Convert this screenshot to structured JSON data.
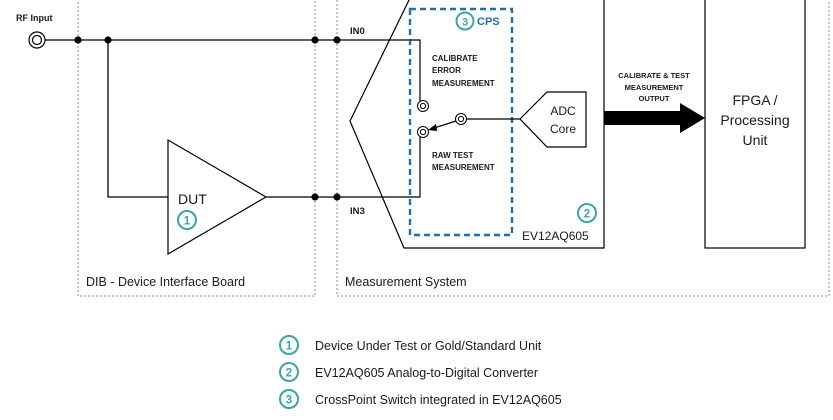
{
  "colors": {
    "line": "#000000",
    "dashed_border": "#8a8a8a",
    "accent_teal": "#3aa6a6",
    "cps_blue": "#1f6fa8",
    "text": "#1a1a1a"
  },
  "labels": {
    "rf_input": "RF Input",
    "in0": "IN0",
    "in3": "IN3",
    "dut": "DUT",
    "dib": "DIB - Device Interface Board",
    "measurement_system": "Measurement System",
    "cps": "CPS",
    "calibrate_line1": "CALIBRATE",
    "calibrate_line2": "ERROR",
    "calibrate_line3": "MEASUREMENT",
    "raw_line1": "RAW TEST",
    "raw_line2": "MEASUREMENT",
    "adc_line1": "ADC",
    "adc_line2": "Core",
    "ev12": "EV12AQ605",
    "output_line1": "CALIBRATE & TEST",
    "output_line2": "MEASUREMENT",
    "output_line3": "OUTPUT",
    "fpga_line1": "FPGA /",
    "fpga_line2": "Processing",
    "fpga_line3": "Unit"
  },
  "markers": {
    "dut": "1",
    "ev12": "2",
    "cps": "3"
  },
  "legend": [
    {
      "number": "1",
      "text": "Device Under Test or Gold/Standard Unit"
    },
    {
      "number": "2",
      "text": "EV12AQ605 Analog-to-Digital Converter"
    },
    {
      "number": "3",
      "text": "CrossPoint Switch integrated in EV12AQ605"
    }
  ],
  "icons": {
    "rf_input": "coaxial-connector-icon",
    "marker": "numbered-circle-icon",
    "amplifier": "triangle-amplifier-icon",
    "output_arrow": "thick-arrow-icon"
  }
}
